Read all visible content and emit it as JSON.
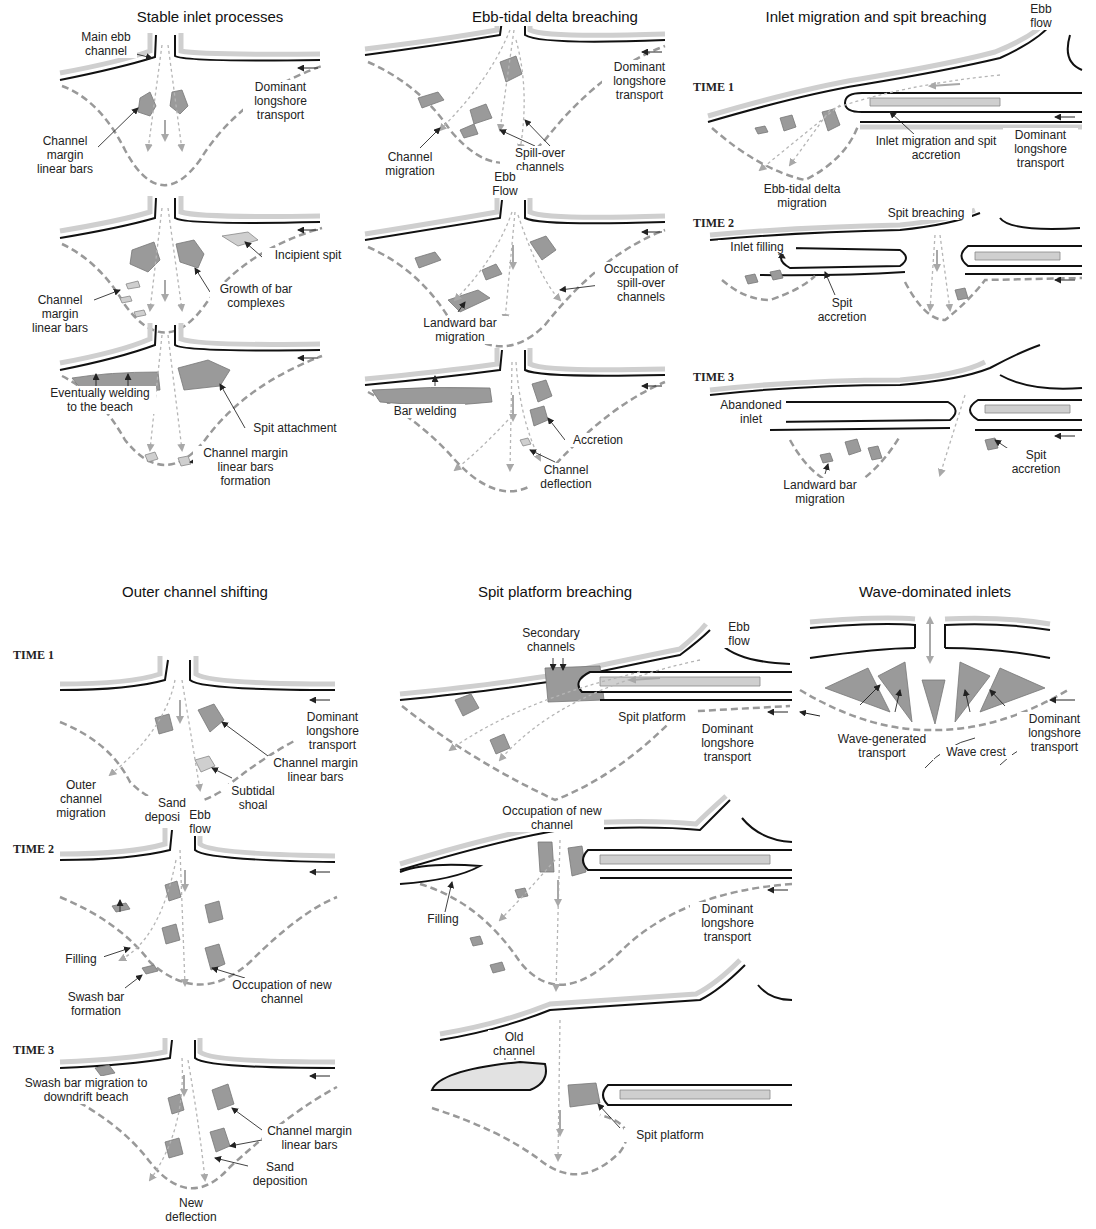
{
  "diagram": {
    "labels": [
      "Stable inlet processes",
      "Main ebb channel",
      "Dominant longshore transport",
      "Channel margin linear bars",
      "Incipient spit",
      "Channel margin linear bars",
      "Growth of bar complexes",
      "Eventually welding to the beach",
      "Spit attachment",
      "Channel margin linear bars formation",
      "Ebb-tidal delta breaching",
      "Dominant longshore transport",
      "Channel migration",
      "Spill-over channels",
      "Ebb Flow",
      "Occupation of spill-over channels",
      "Landward bar migration",
      "Bar welding",
      "Accretion",
      "Channel deflection",
      "Inlet migration and spit breaching",
      "Ebb flow",
      "TIME 1",
      "Inlet migration and spit accretion",
      "Dominant longshore transport",
      "Ebb-tidal delta migration",
      "TIME 2",
      "Spit breaching",
      "Inlet filling",
      "Spit accretion",
      "TIME 3",
      "Abandoned inlet",
      "Spit accretion",
      "Landward bar migration",
      "Outer channel shifting",
      "TIME 1",
      "Dominant longshore transport",
      "Channel margin linear bars",
      "Outer channel migration",
      "Sand deposition",
      "Subtidal shoal",
      "TIME 2",
      "Ebb flow",
      "Filling",
      "Swash bar formation",
      "Occupation of new channel",
      "TIME 3",
      "Swash bar migration to downdrift beach",
      "Channel margin linear bars",
      "Sand deposition",
      "New deflection",
      "Spit platform breaching",
      "Secondary channels",
      "Ebb flow",
      "Spit platform",
      "Dominant longshore transport",
      "Occupation of new channel",
      "Filling",
      "Dominant longshore transport",
      "Old channel",
      "Spit platform",
      "Wave-dominated inlets",
      "Dominant longshore transport",
      "Wave-generated transport",
      "Wave crest"
    ]
  }
}
